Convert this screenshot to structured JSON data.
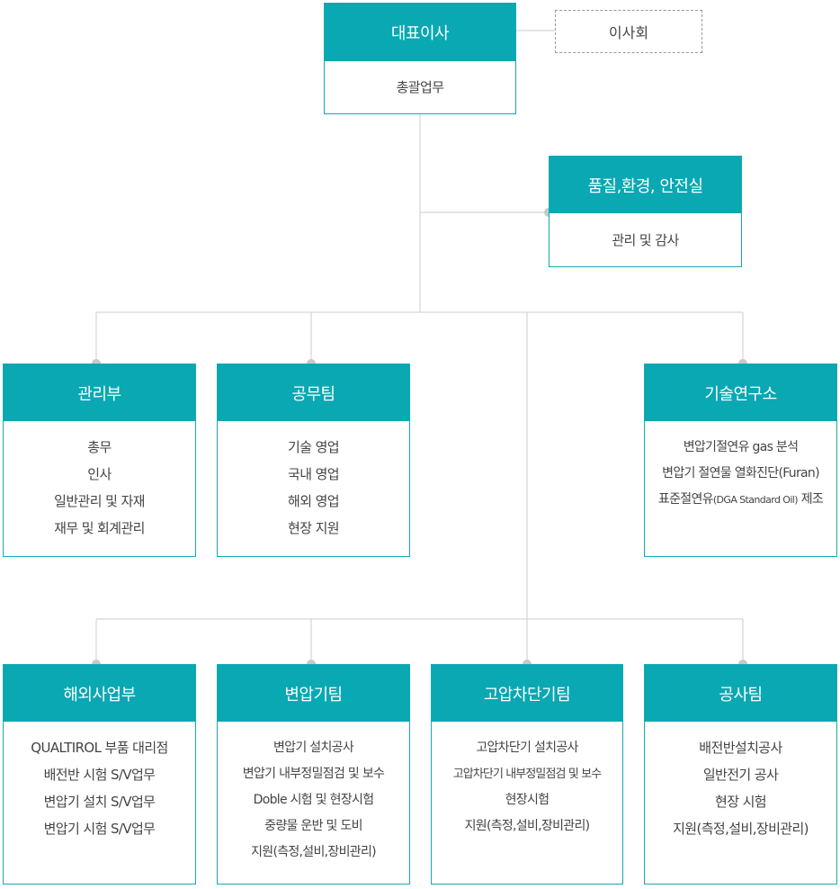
{
  "ceo": {
    "title": "대표이사",
    "duty": "총괄업무"
  },
  "board": {
    "label": "이사회"
  },
  "quality": {
    "title": "품질,환경, 안전실",
    "duty": "관리 및 감사"
  },
  "departments_row1": [
    {
      "id": "management",
      "title": "관리부",
      "items": [
        "총무",
        "인사",
        "일반관리 및 자재",
        "재무 및 회계관리"
      ]
    },
    {
      "id": "engineering",
      "title": "공무팀",
      "items": [
        "기술 영업",
        "국내 영업",
        "해외 영업",
        "현장 지원"
      ]
    },
    {
      "id": "research",
      "title": "기술연구소",
      "items": [
        "변압기절연유 gas 분석",
        "변압기 절연물 열화진단(Furan)",
        "표준절연유"
      ],
      "items_extra": {
        "note": "(DGA Standard Oil)",
        "suffix": " 제조"
      }
    }
  ],
  "departments_row2": [
    {
      "id": "overseas",
      "title": "해외사업부",
      "items": [
        "QUALTIROL 부품 대리점",
        "배전반 시험 S/V업무",
        "변압기 설치 S/V업무",
        "변압기 시험 S/V업무"
      ]
    },
    {
      "id": "transformer",
      "title": "변압기팀",
      "items": [
        "변압기 설치공사",
        "변압기 내부정밀점검 및 보수",
        "Doble 시험 및 현장시험",
        "중량물 운반 및 도비",
        "지원(측정,설비,장비관리)"
      ]
    },
    {
      "id": "breaker",
      "title": "고압차단기팀",
      "items": [
        "고압차단기 설치공사",
        "고압차단기 내부정밀점검 및 보수",
        "현장시험",
        "지원(측정,설비,장비관리)"
      ]
    },
    {
      "id": "construction",
      "title": "공사팀",
      "items": [
        "배전반설치공사",
        "일반전기 공사",
        "현장 시험",
        "지원(측정,설비,장비관리)"
      ]
    }
  ],
  "colors": {
    "accent": "#09a8b3",
    "line": "#c8c8c8",
    "text": "#444444"
  }
}
